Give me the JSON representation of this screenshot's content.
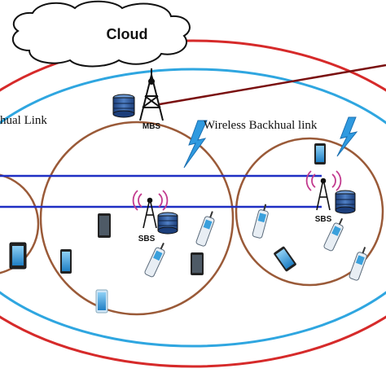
{
  "cloud": {
    "label": "Cloud"
  },
  "macro_bs": {
    "label": "MBS"
  },
  "small_bs": [
    {
      "label": "SBS"
    },
    {
      "label": "SBS"
    }
  ],
  "links": {
    "wireless_backhaul": "Wireless Backhual link",
    "backhaul_left": "hual Link"
  },
  "colors": {
    "outer_ring": "#d62a2a",
    "inner_ring": "#2fa6e0",
    "small_cell": "#9a5a38",
    "backhaul_line": "#1f2fc4",
    "fiber_line": "#7a1010",
    "lightning": "#2f9ae0",
    "device_screen": "#3aa0dc"
  }
}
